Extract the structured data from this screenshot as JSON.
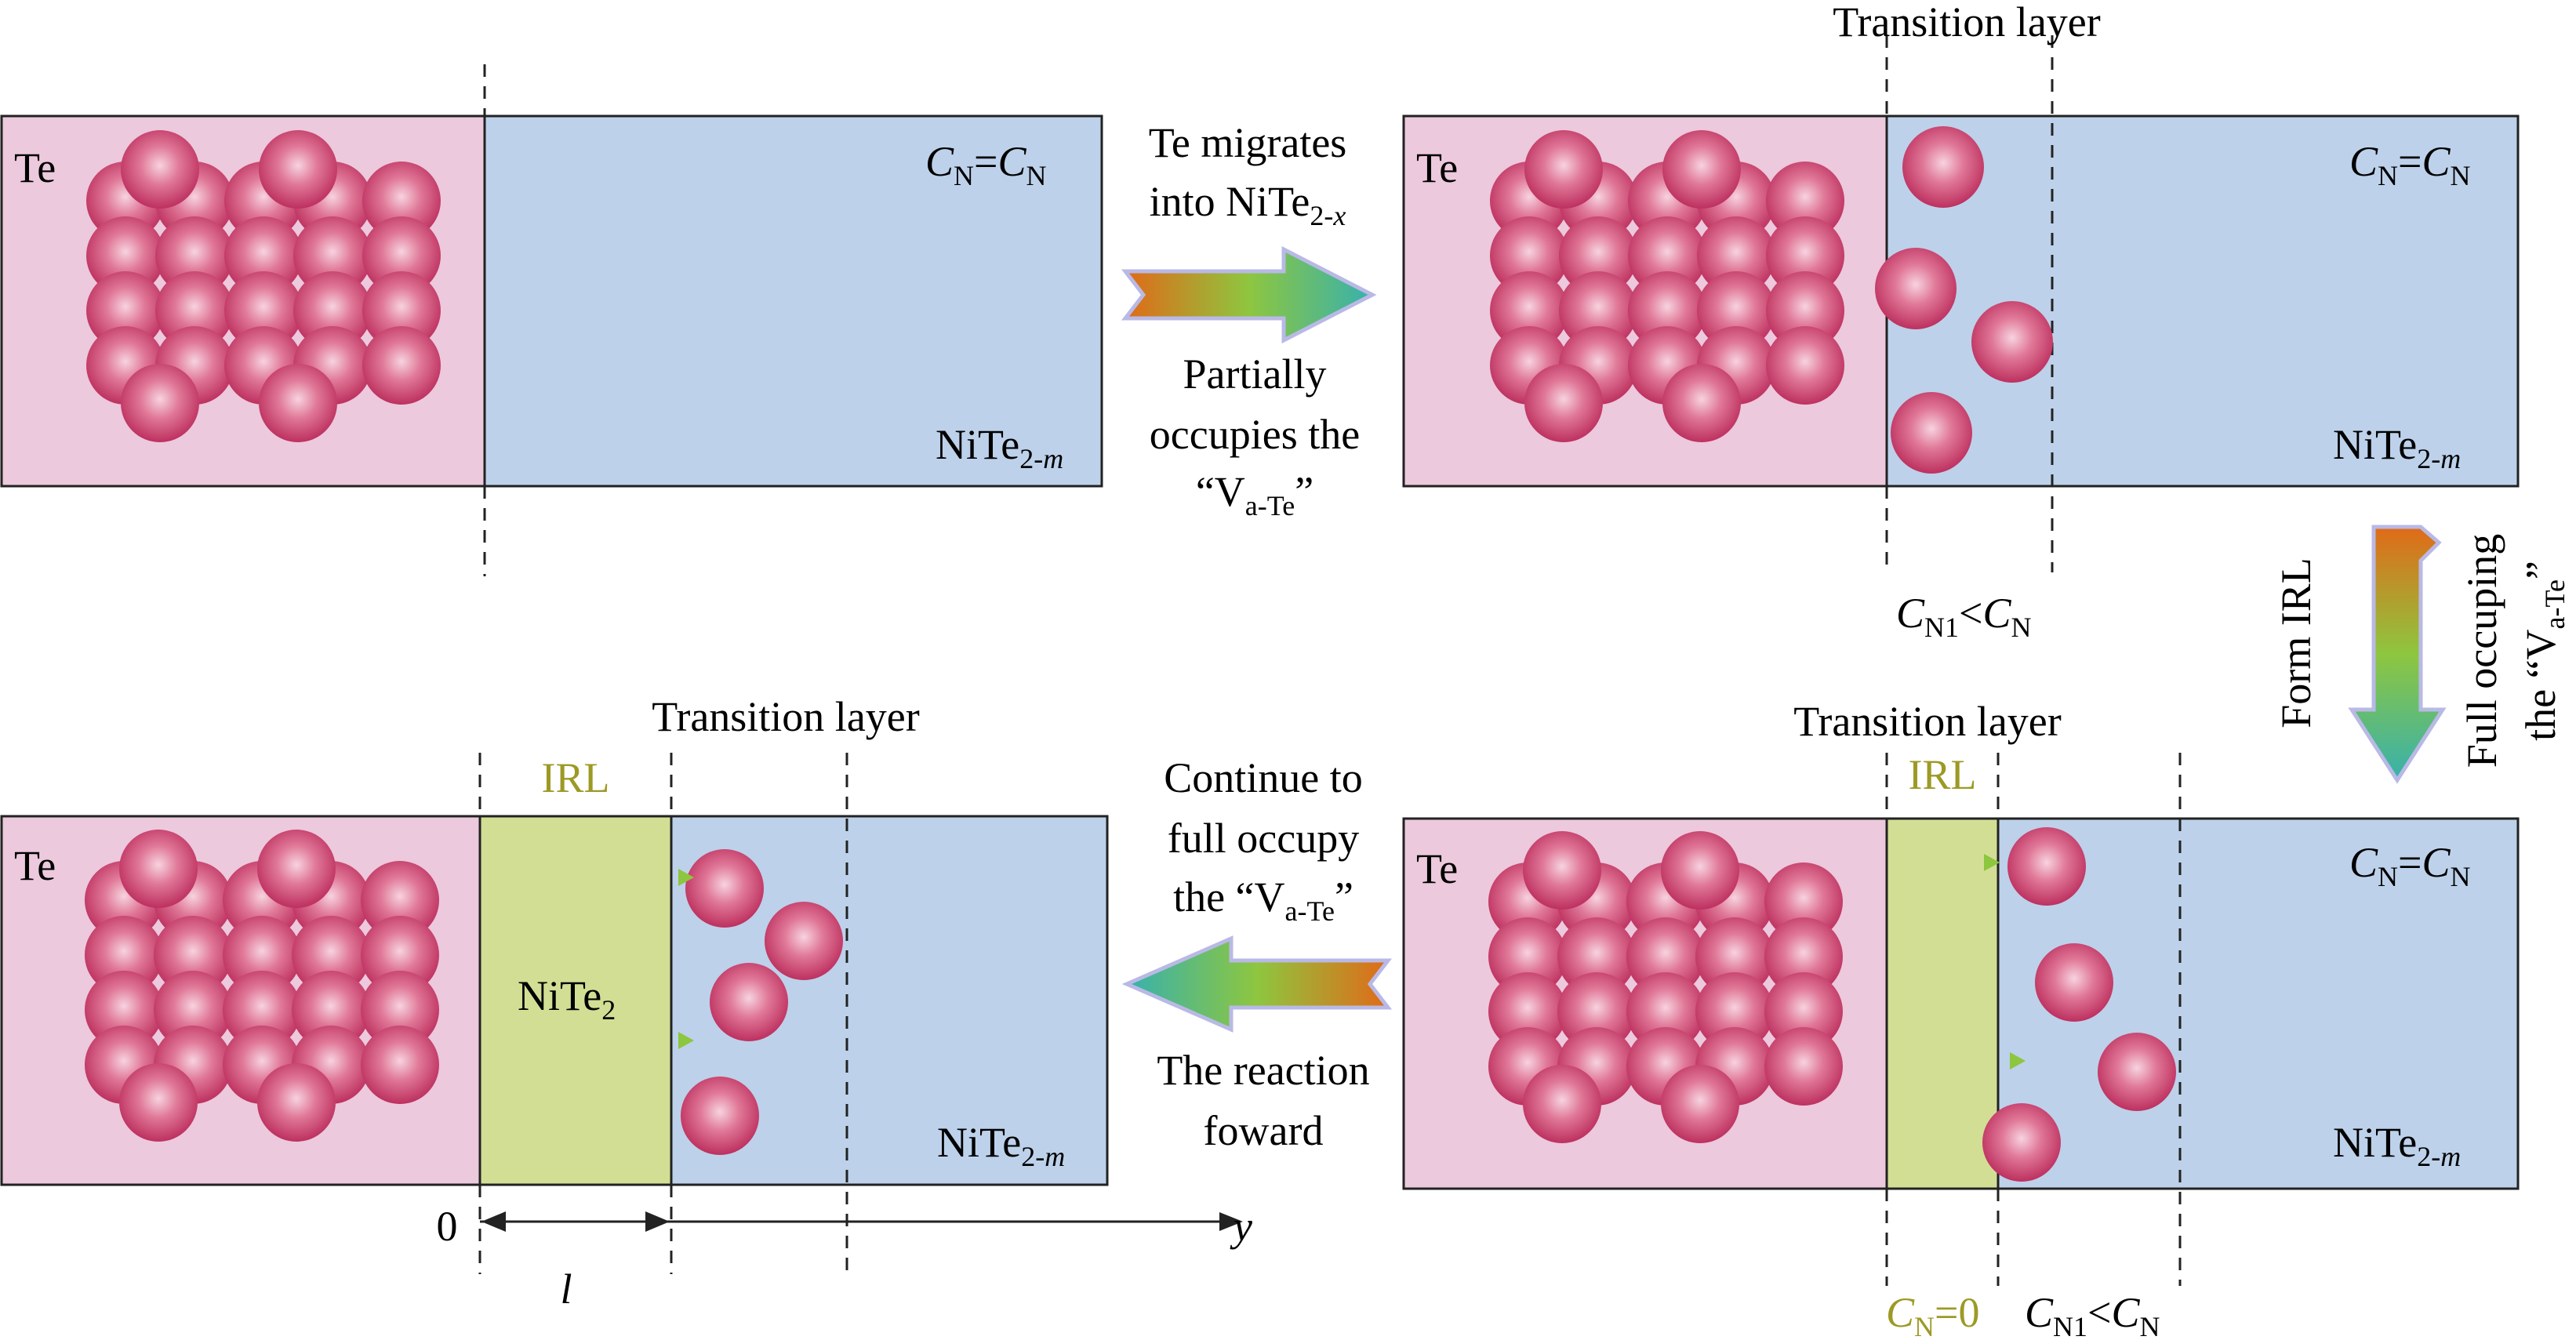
{
  "panel1": {
    "te_label": "Te",
    "cn_main": "C",
    "cn_sub": "N",
    "cn_eq": "=",
    "cn2_main": "C",
    "cn2_sub": "N",
    "nite_main": "NiTe",
    "nite_sub": "2-",
    "nite_sub_it": "m"
  },
  "panel2": {
    "te_label": "Te",
    "title": "Transition layer",
    "cn_main": "C",
    "cn_sub": "N",
    "cn_eq": "=",
    "cn2_main": "C",
    "cn2_sub": "N",
    "nite_main": "NiTe",
    "nite_sub": "2-",
    "nite_sub_it": "m",
    "bottom_main": "C",
    "bottom_sub": "N1",
    "bottom_lt": "<",
    "bottom2_main": "C",
    "bottom2_sub": "N"
  },
  "panel3": {
    "te_label": "Te",
    "title": "Transition layer",
    "irl": "IRL",
    "cn_main": "C",
    "cn_sub": "N",
    "cn_eq": "=",
    "cn2_main": "C",
    "cn2_sub": "N",
    "nite_main": "NiTe",
    "nite_sub": "2-",
    "nite_sub_it": "m",
    "bottom_zero_main": "C",
    "bottom_zero_sub": "N",
    "bottom_zero_eq": "=0",
    "bottom_main": "C",
    "bottom_sub": "N1",
    "bottom_lt": "<",
    "bottom2_main": "C",
    "bottom2_sub": "N"
  },
  "panel4": {
    "te_label": "Te",
    "title": "Transition layer",
    "irl": "IRL",
    "nite2_main": "NiTe",
    "nite2_sub": "2",
    "nite_main": "NiTe",
    "nite_sub": "2-",
    "nite_sub_it": "m",
    "origin": "0",
    "length": "l",
    "axis": "y"
  },
  "arrow_right": {
    "top_line1": "Te migrates",
    "top_line2_main": "into NiTe",
    "top_line2_sub": "2-",
    "top_line2_sub_it": "x",
    "bottom_line1": "Partially",
    "bottom_line2": "occupies the",
    "bottom_line3_open": "“V",
    "bottom_line3_sub": "a-Te",
    "bottom_line3_close": "”"
  },
  "arrow_down": {
    "left_label": "Form IRL",
    "right_line1": "Full occuping",
    "right_line2_main": "the “V",
    "right_line2_sub": "a-Te",
    "right_line2_close": "”"
  },
  "arrow_left": {
    "top_line1": "Continue to",
    "top_line2": "full occupy",
    "top_line3_main": "the “V",
    "top_line3_sub": "a-Te",
    "top_line3_close": "”",
    "bottom_line1": "The reaction",
    "bottom_line2": "foward"
  },
  "colors": {
    "te_region": "#ecc9dc",
    "nite_region": "#bdd1ea",
    "irl_region": "#d3de95",
    "sphere_light": "#f5c9d8",
    "sphere_dark": "#c23a68",
    "arrow_orange": "#e07a1c",
    "arrow_green": "#7fc241",
    "arrow_teal": "#3bb2a8",
    "olive_text": "#9c9a25"
  }
}
